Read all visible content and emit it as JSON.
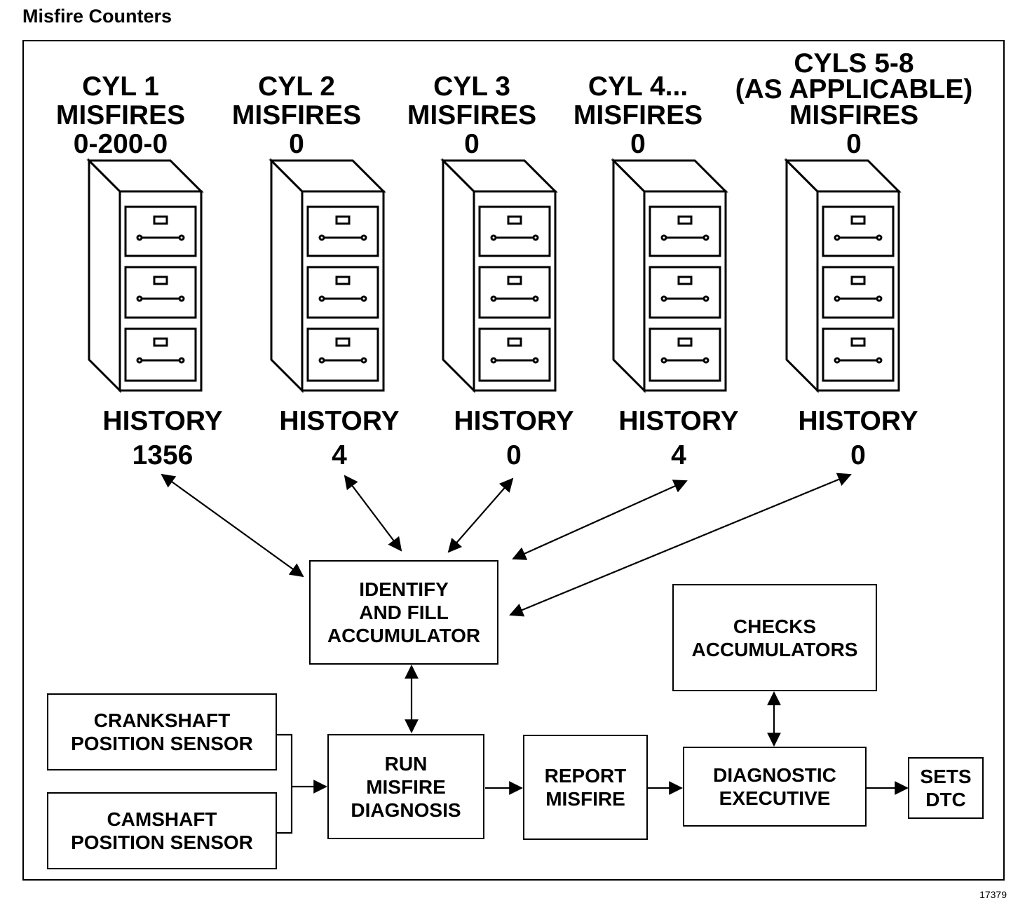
{
  "page_title": "Misfire Counters",
  "figure_number": "17379",
  "cylinders": [
    {
      "name": "CYL 1",
      "misfires_label": "MISFIRES",
      "misfires_value": "0-200-0",
      "history_label": "HISTORY",
      "history_value": "1356"
    },
    {
      "name": "CYL 2",
      "misfires_label": "MISFIRES",
      "misfires_value": "0",
      "history_label": "HISTORY",
      "history_value": "4"
    },
    {
      "name": "CYL 3",
      "misfires_label": "MISFIRES",
      "misfires_value": "0",
      "history_label": "HISTORY",
      "history_value": "0"
    },
    {
      "name": "CYL 4...",
      "misfires_label": "MISFIRES",
      "misfires_value": "0",
      "history_label": "HISTORY",
      "history_value": "4"
    },
    {
      "name": "CYLS 5-8",
      "name_suffix": "(AS APPLICABLE)",
      "misfires_label": "MISFIRES",
      "misfires_value": "0",
      "history_label": "HISTORY",
      "history_value": "0"
    }
  ],
  "boxes": {
    "identify": "IDENTIFY\nAND FILL\nACCUMULATOR",
    "checks": "CHECKS\nACCUMULATORS",
    "crankshaft": "CRANKSHAFT\nPOSITION SENSOR",
    "camshaft": "CAMSHAFT\nPOSITION SENSOR",
    "run": "RUN\nMISFIRE\nDIAGNOSIS",
    "report": "REPORT\nMISFIRE",
    "executive": "DIAGNOSTIC\nEXECUTIVE",
    "sets": "SETS\nDTC"
  },
  "icons": {
    "cabinet": "filing-cabinet-icon"
  }
}
